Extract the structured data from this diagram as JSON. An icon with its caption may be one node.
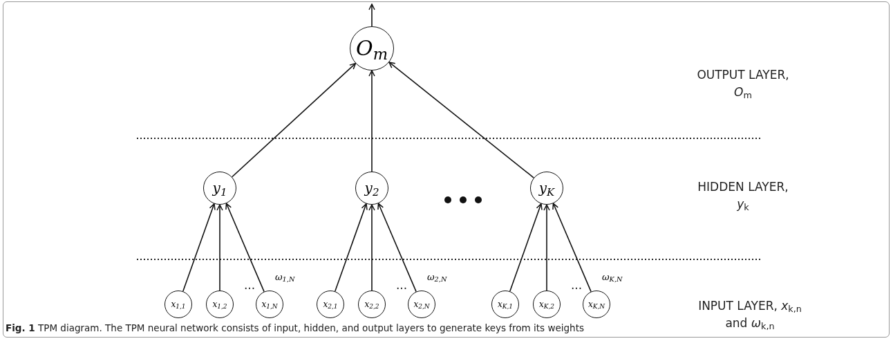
{
  "diagram": {
    "caption": "**Fig. 1** TPM diagram. The TPM neural network consists of input, hidden, and output layers to generate keys from its weights",
    "nodes": [
      {
        "text": [
          "O$_{m}$"
        ]
      },
      {
        "text": [
          "y$_{1}$"
        ]
      },
      {
        "text": [
          "y$_{2}$"
        ]
      },
      {
        "text": [
          "y$_{K}$"
        ]
      },
      {
        "text": [
          "x$_{1,1}$"
        ]
      },
      {
        "text": [
          "x$_{1,2}$"
        ]
      },
      {
        "text": [
          "x$_{1,N}$"
        ]
      },
      {
        "text": [
          "x$_{2,1}$"
        ]
      },
      {
        "text": [
          "x$_{2,2}$"
        ]
      },
      {
        "text": [
          "x$_{2,N}$"
        ]
      },
      {
        "text": [
          "x$_{K,1}$"
        ]
      },
      {
        "text": [
          "x$_{K,2}$"
        ]
      },
      {
        "text": [
          "x$_{K,N}$"
        ]
      }
    ],
    "edges": [
      {
        "from": 0,
        "to": null,
        "arrow": "to"
      },
      {
        "from": 1,
        "to": 0,
        "arrow": "to"
      },
      {
        "from": 2,
        "to": 0,
        "arrow": "to"
      },
      {
        "from": 3,
        "to": 0,
        "arrow": "to"
      },
      {
        "from": 4,
        "to": 1,
        "arrow": "to"
      },
      {
        "from": 5,
        "to": 1,
        "arrow": "to"
      },
      {
        "from": 6,
        "to": 1,
        "arrow": "to",
        "label": "ω$_{1,N}$"
      },
      {
        "from": 7,
        "to": 2,
        "arrow": "to"
      },
      {
        "from": 8,
        "to": 2,
        "arrow": "to"
      },
      {
        "from": 9,
        "to": 2,
        "arrow": "to",
        "label": "ω$_{2,N}$"
      },
      {
        "from": 10,
        "to": 3,
        "arrow": "to"
      },
      {
        "from": 11,
        "to": 3,
        "arrow": "to"
      },
      {
        "from": 12,
        "to": 3,
        "arrow": "to",
        "label": "ω$_{K,N}$"
      }
    ],
    "labels": [
      "OUTPUT LAYER, *O*$_{m}$",
      "HIDDEN LAYER, *y*$_{k}$",
      "...",
      "...",
      "...",
      "INPUT LAYER, *x*$_{k,n}$ and *ω*$_{k,n}$"
    ]
  }
}
